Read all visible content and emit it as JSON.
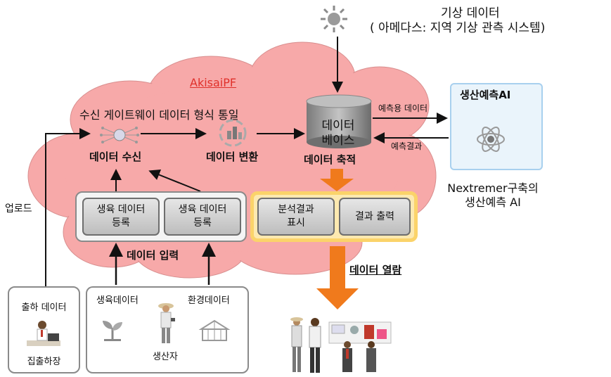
{
  "weather": {
    "title": "기상 데이터",
    "subtitle": "( 아메다스: 지역 기상 관측 시스템)"
  },
  "platform": {
    "name": "AkisaiPF",
    "gateway_caption": "수신 게이트웨이 데이터 형식 통일",
    "receive_label": "데이터 수신",
    "convert_label": "데이터 변환",
    "store_label": "데이터 축적",
    "database_line1": "데이터",
    "database_line2": "베이스",
    "growth_reg_1_line1": "생육 데이터",
    "growth_reg_1_line2": "등록",
    "growth_reg_2_line1": "생육 데이터",
    "growth_reg_2_line2": "등록",
    "input_label": "데이터 입력",
    "analysis_line1": "분석결과",
    "analysis_line2": "표시",
    "output_label": "결과 출력"
  },
  "ai": {
    "title": "생산예측AI",
    "forecast_data_label": "예측용 데이터",
    "forecast_result_label": "예측결과",
    "caption_line1": "Nextremer구축의",
    "caption_line2": "생산예측 AI"
  },
  "upload_label": "업로드",
  "view_label": "데이터 열람",
  "shipping": {
    "title": "출하 데이터",
    "place": "집출하장"
  },
  "producer": {
    "growth_label": "생육데이터",
    "env_label": "환경데이터",
    "producer_label": "생산자"
  },
  "colors": {
    "cloud": "#f7a9a9",
    "accent_orange": "#f07a1c",
    "highlight_yellow": "#fbd36a",
    "platform_name": "#e0302a"
  }
}
